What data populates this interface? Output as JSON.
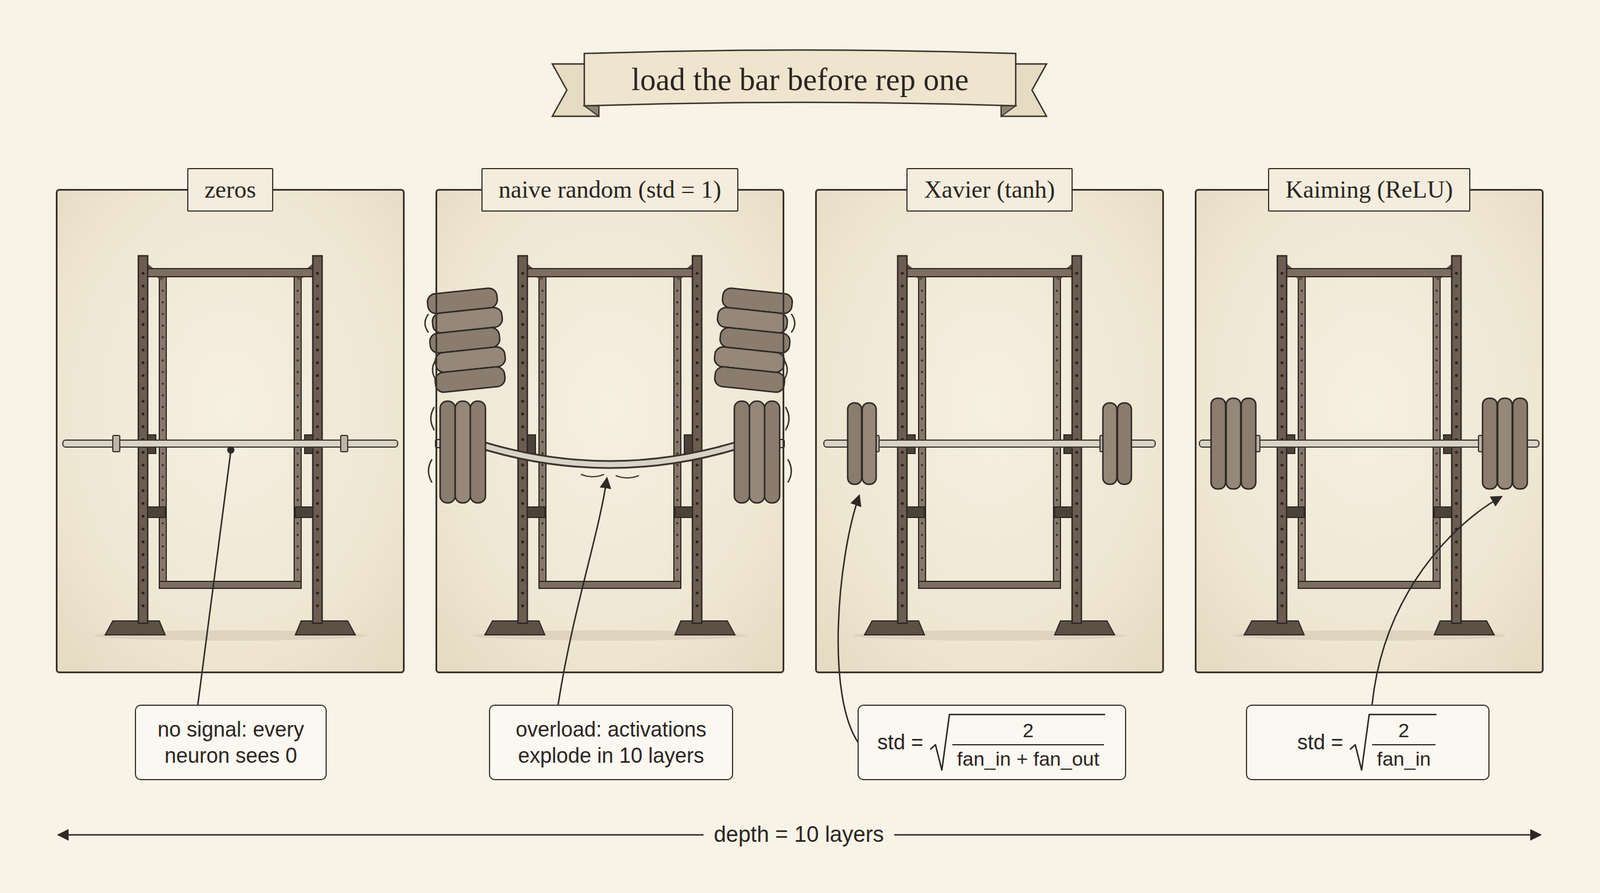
{
  "diagram": {
    "title": "load the bar before rep one",
    "nodes": [
      {
        "text": [
          "zeros"
        ]
      },
      {
        "text": [
          "naive random (std = 1)"
        ]
      },
      {
        "text": [
          "Xavier (tanh)"
        ]
      },
      {
        "text": [
          "Kaiming (ReLU)"
        ]
      },
      {
        "text": [
          "no signal: every neuron sees 0"
        ]
      },
      {
        "text": [
          "overload: activations explode in 10 layers"
        ]
      },
      {
        "text": [
          "std =",
          "2",
          "fan_in + fan_out"
        ]
      },
      {
        "text": [
          "std =",
          "2",
          "fan_in"
        ]
      }
    ],
    "labels": [
      "depth = 10 layers"
    ]
  }
}
